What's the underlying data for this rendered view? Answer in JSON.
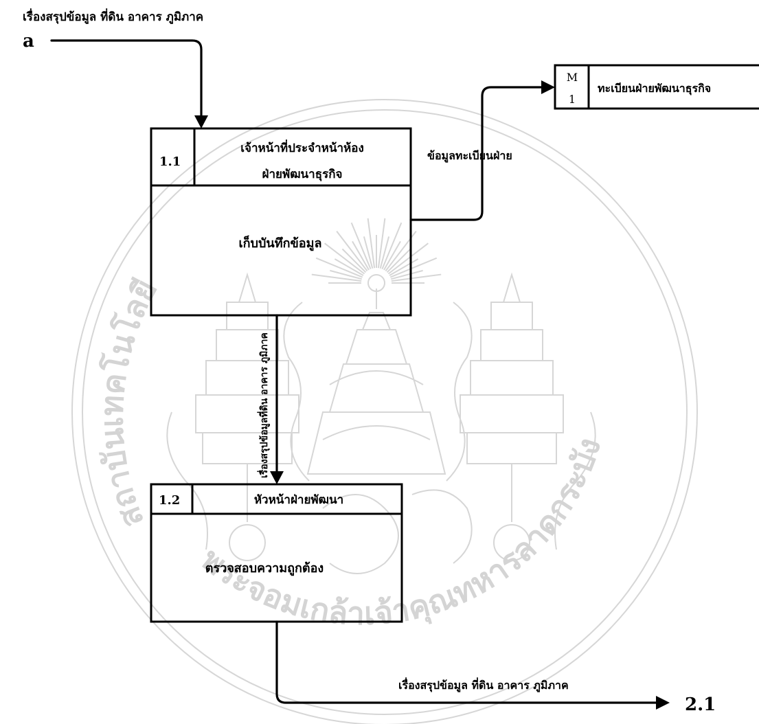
{
  "external_entity": {
    "id": "a"
  },
  "flow_in_label": "เรื่องสรุปข้อมูล ที่ดิน อาคาร ภูมิภาค",
  "process_1": {
    "number": "1.1",
    "owner_line1": "เจ้าหน้าที่ประจำหน้าห้อง",
    "owner_line2": "ฝ่ายพัฒนาธุรกิจ",
    "description": "เก็บบันทึกข้อมูล"
  },
  "flow_to_store_label": "ข้อมูลทะเบียนฝ่าย",
  "data_store": {
    "prefix": "M",
    "number": "1",
    "name": "ทะเบียนฝ่ายพัฒนาธุรกิจ"
  },
  "flow_1_to_2_label": "เรื่องสรุปข้อมูลที่ดิน อาคาร ภูมิภาค",
  "process_2": {
    "number": "1.2",
    "owner": "หัวหน้าฝ่ายพัฒนา",
    "description": "ตรวจสอบความถูกต้อง"
  },
  "flow_out_label": "เรื่องสรุปข้อมูล ที่ดิน อาคาร ภูมิภาค",
  "flow_out_target": "2.1",
  "watermark": {
    "arc_text_left": "สถาบันเทคโนโลยี",
    "arc_text_right": "พระจอมเกล้าเจ้าคุณทหารลาดกระบัง"
  }
}
